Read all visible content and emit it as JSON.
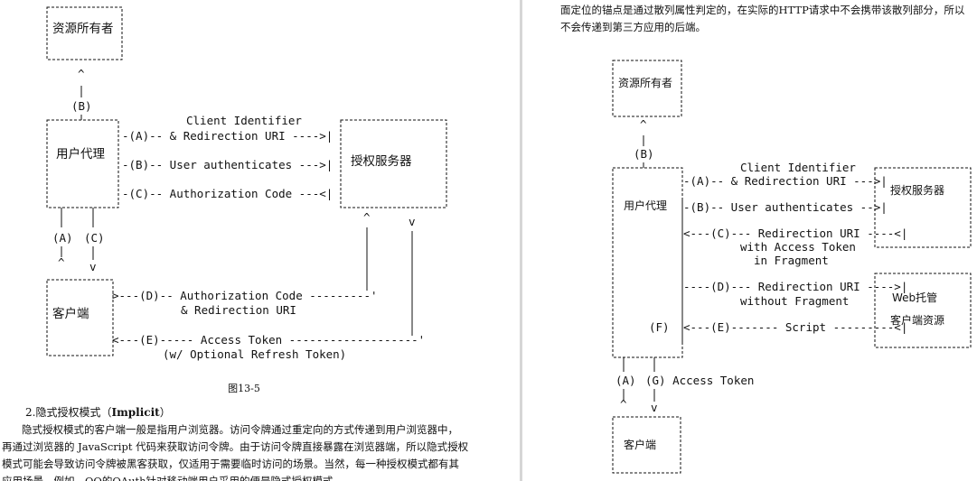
{
  "left_page": {
    "diagram": {
      "boxes": {
        "resource_owner": "资源所有者",
        "user_agent": "用户代理",
        "auth_server": "授权服务器",
        "client": "客户端"
      },
      "labels": {
        "B": "(B)",
        "A": "(A)",
        "C": "(C)",
        "client_identifier": "Client Identifier",
        "a_redirect": "-(A)-- & Redirection URI ---->|",
        "b_user_auth": "-(B)-- User authenticates --->|",
        "c_auth_code": "-(C)-- Authorization Code ---<|",
        "d_auth_code": ">---(D)-- Authorization Code ---------'",
        "d_redirect": "& Redirection URI",
        "e_access_token": "<---(E)----- Access Token -------------------'",
        "e_refresh": "(w/ Optional Refresh Token)",
        "caret": "^",
        "v": "v"
      }
    },
    "caption": "图13-5",
    "section_heading_prefix": "2.隐式授权模式（",
    "section_heading_bold": "Implicit",
    "section_heading_suffix": "）",
    "paragraph_lines": [
      "隐式授权模式的客户端一般是指用户浏览器。访问令牌通过重定向的方式传递到用户浏览器中，",
      "再通过浏览器的  JavaScript  代码来获取访问令牌。由于访问令牌直接暴露在浏览器端，所以隐式授权",
      "模式可能会导致访问令牌被黑客获取，仅适用于需要临时访问的场景。当然，每一种授权模式都有其",
      "应用场景，例如，QQ的OAuth针对移动端用户采用的便是隐式授权模式。"
    ]
  },
  "right_page": {
    "intro_lines": [
      "面定位的锚点是通过散列属性判定的，在实际的HTTP请求中不会携带该散列部分，所以",
      "不会传递到第三方应用的后端。"
    ],
    "diagram": {
      "boxes": {
        "resource_owner": "资源所有者",
        "user_agent": "用户代理",
        "auth_server": "授权服务器",
        "web_host_line1": "Web托管",
        "web_host_line2": "客户端资源",
        "client": "客户端"
      },
      "labels": {
        "B": "(B)",
        "client_identifier": "Client Identifier",
        "a_redirect": "-(A)-- & Redirection URI --->|",
        "b_user_auth": "-(B)-- User authenticates -->|",
        "c_redirect": "<---(C)--- Redirection URI ----<|",
        "c_with_token": "with Access Token",
        "c_in_fragment": "in Fragment",
        "d_redirect": "----(D)--- Redirection URI ---->|",
        "d_without": "without Fragment",
        "F": "(F)",
        "e_script": "<---(E)------- Script ---------<|",
        "A": "(A)",
        "g_access_token": "(G)  Access Token",
        "caret": "^",
        "v": "v"
      }
    }
  }
}
